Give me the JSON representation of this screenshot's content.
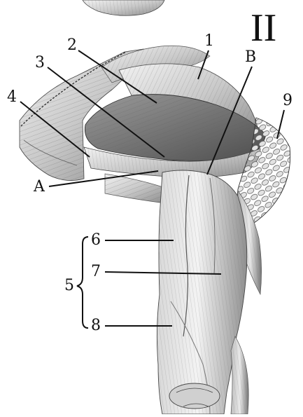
{
  "figure": {
    "plate_number": "II",
    "labels": {
      "n1": "1",
      "n2": "2",
      "n3": "3",
      "n4": "4",
      "n5": "5",
      "n6": "6",
      "n7": "7",
      "n8": "8",
      "n9": "9",
      "A": "A",
      "B": "B"
    },
    "colors": {
      "ink": "#111111",
      "muscle_light": "#e6e6e6",
      "muscle_mid": "#bdbdbd",
      "muscle_dark": "#7a7a7a",
      "background": "#ffffff"
    }
  }
}
